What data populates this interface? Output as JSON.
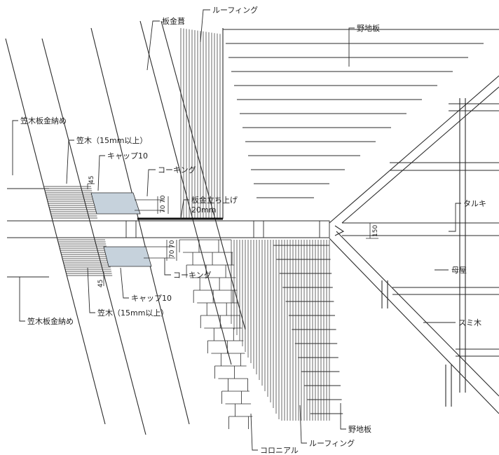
{
  "labels": {
    "roof_sheet_metal": "板金葺",
    "roofing_top": "ルーフィング",
    "sheathing_top": "野地板",
    "kasagi_finish_top": "笠木板金納め",
    "kasagi_top": "笠木（15mm以上）",
    "cap_top": "キャップ10",
    "caulking_top": "コーキング",
    "flashing_upturn_line1": "板金立ち上げ",
    "flashing_upturn_line2": "20mm",
    "rafter": "タルキ",
    "purlin": "母屋",
    "hip_rafter": "スミ木",
    "caulking_bottom": "コーキング",
    "cap_bottom": "キャップ10",
    "kasagi_bottom": "笠木（15mm以上）",
    "kasagi_finish_bottom": "笠木板金納め",
    "sheathing_bottom": "野地板",
    "roofing_bottom": "ルーフィング",
    "colonial": "コロニアル"
  },
  "dimensions": {
    "top_45": "45",
    "top_70a": "70",
    "top_70b": "70",
    "rafter_150": "150",
    "bottom_70a": "70",
    "bottom_70b": "70",
    "bottom_45": "45"
  },
  "colors": {
    "cap_fill": "#c6d2dc",
    "line": "#2a2a2a",
    "background": "#ffffff"
  }
}
